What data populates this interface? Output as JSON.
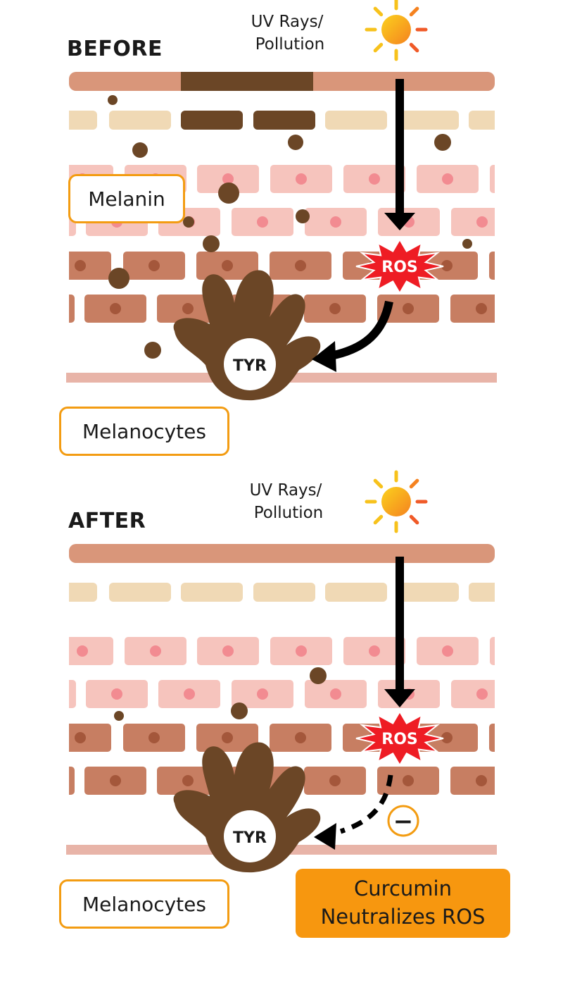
{
  "before": {
    "heading": "BEFORE",
    "uv_line1": "UV Rays/",
    "uv_line2": "Pollution",
    "ros_label": "ROS",
    "tyr_label": "TYR",
    "melanin_label": "Melanin",
    "melanocytes_label": "Melanocytes"
  },
  "after": {
    "heading": "AFTER",
    "uv_line1": "UV Rays/",
    "uv_line2": "Pollution",
    "ros_label": "ROS",
    "tyr_label": "TYR",
    "melanocytes_label": "Melanocytes",
    "curcumin_line1": "Curcumin",
    "curcumin_line2": "Neutralizes ROS",
    "inhibit_symbol": "−"
  },
  "colors": {
    "top_layer": "#d9967a",
    "dark_pigment": "#6b4626",
    "cream_cell": "#f0d9b5",
    "pink_cell": "#f6c4bd",
    "pink_nucleus": "#f28b91",
    "brown_cell": "#c77e62",
    "brown_nucleus": "#a4573b",
    "base_line": "#e8b4a8",
    "ros_red": "#ee1c24",
    "accent_orange": "#f39c12",
    "sun_yellow": "#f7c21c"
  }
}
